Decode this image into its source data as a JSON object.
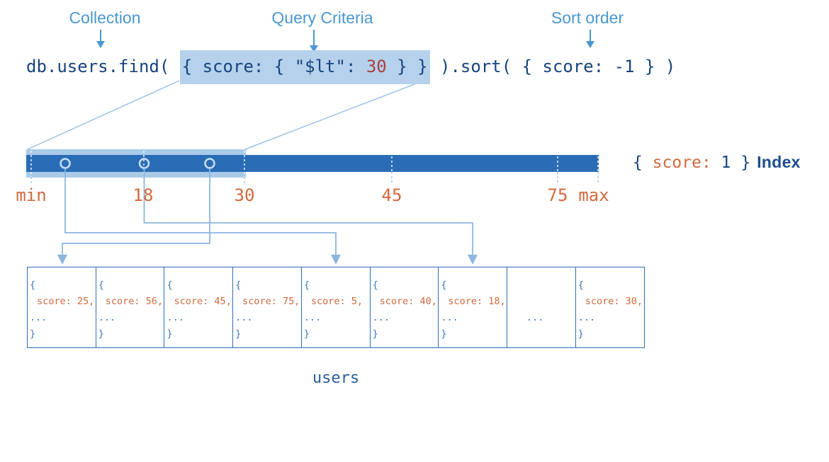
{
  "colors": {
    "annotation_blue": "#4a97d1",
    "code_navy": "#17437e",
    "criteria_value_red": "#a6403c",
    "axis_orange": "#d2693c",
    "index_bar_blue": "#2a6db6",
    "range_highlight_blue": "#a9cbe8",
    "code_highlight_blue": "#b5d1ec",
    "connector_blue": "#8cb6de",
    "doc_border_blue": "#2f6db4"
  },
  "annotations": {
    "collection": "Collection",
    "query_criteria": "Query Criteria",
    "sort_order": "Sort order"
  },
  "query": {
    "before": "db.users.find( ",
    "criteria_prefix": "{ score: { \"$lt\": ",
    "criteria_value": "30",
    "criteria_suffix": " } }",
    "after": " ).sort( { score: -1 } )"
  },
  "index_axis": {
    "ticks": [
      {
        "label": "min"
      },
      {
        "label": "18"
      },
      {
        "label": "30"
      },
      {
        "label": "45"
      },
      {
        "label": "75"
      },
      {
        "label": "max"
      }
    ]
  },
  "index_legend": {
    "open": "{ ",
    "key": "score:",
    "close": " 1 }",
    "label": "Index"
  },
  "documents": [
    {
      "brace_open": "{",
      "score_line": "score: 25,",
      "dots": "...",
      "brace_close": "}"
    },
    {
      "brace_open": "{",
      "score_line": "score: 56,",
      "dots": "...",
      "brace_close": "}"
    },
    {
      "brace_open": "{",
      "score_line": "score: 45,",
      "dots": "...",
      "brace_close": "}"
    },
    {
      "brace_open": "{",
      "score_line": "score: 75,",
      "dots": "...",
      "brace_close": "}"
    },
    {
      "brace_open": "{",
      "score_line": "score: 5,",
      "dots": "...",
      "brace_close": "}"
    },
    {
      "brace_open": "{",
      "score_line": "score: 40,",
      "dots": "...",
      "brace_close": "}"
    },
    {
      "brace_open": "{",
      "score_line": "score: 18,",
      "dots": "...",
      "brace_close": "}"
    },
    {
      "dots": "..."
    },
    {
      "brace_open": "{",
      "score_line": "score: 30,",
      "dots": "...",
      "brace_close": "}"
    }
  ],
  "collection_name": "users"
}
